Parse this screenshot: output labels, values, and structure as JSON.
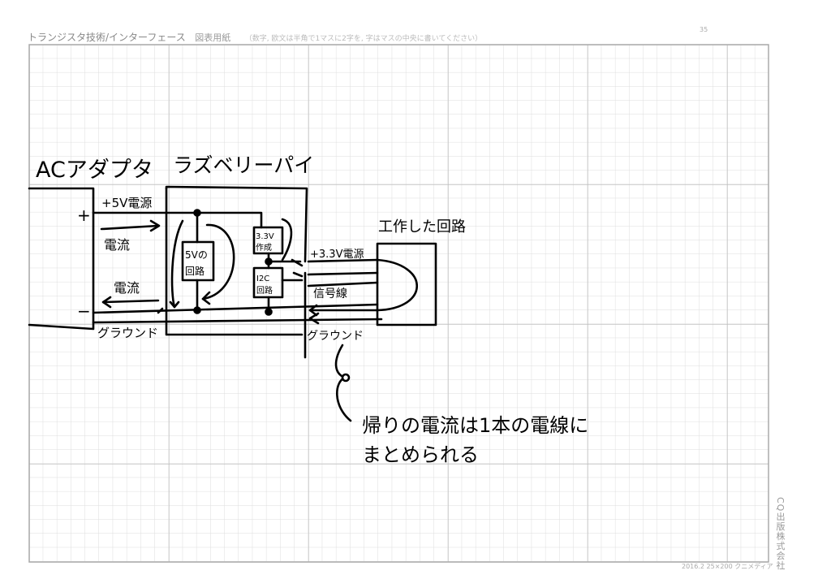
{
  "sheet": {
    "header_title": "トランジスタ技術/インターフェース",
    "header_kind": "図表用紙",
    "header_note": "（数字, 欧文は半角で1マスに2字を, 字はマスの中央に書いてください）",
    "page_number": "35",
    "footer_code": "2016.2  25×200  クニメディア",
    "publisher": "CQ出版株式会社"
  },
  "diagram": {
    "blocks": {
      "ac_adapter": "ACアダプタ",
      "raspberry_pi": "ラズベリーパイ",
      "built_circuit": "工作した回路",
      "circuit_5v": [
        "5Vの",
        "回路"
      ],
      "regulator_33v": [
        "3.3V",
        "作成"
      ],
      "i2c_circuit": [
        "I2C",
        "回路"
      ]
    },
    "labels": {
      "plus": "+",
      "minus": "−",
      "supply_5v": "+5V電源",
      "current_out": "電流",
      "current_back": "電流",
      "ground_left": "グラウンド",
      "supply_33v": "+3.3V電源",
      "signal_line": "信号線",
      "ground_right": "グラウンド"
    },
    "annotation": [
      "帰りの電流は1本の電線に",
      "まとめられる"
    ]
  }
}
